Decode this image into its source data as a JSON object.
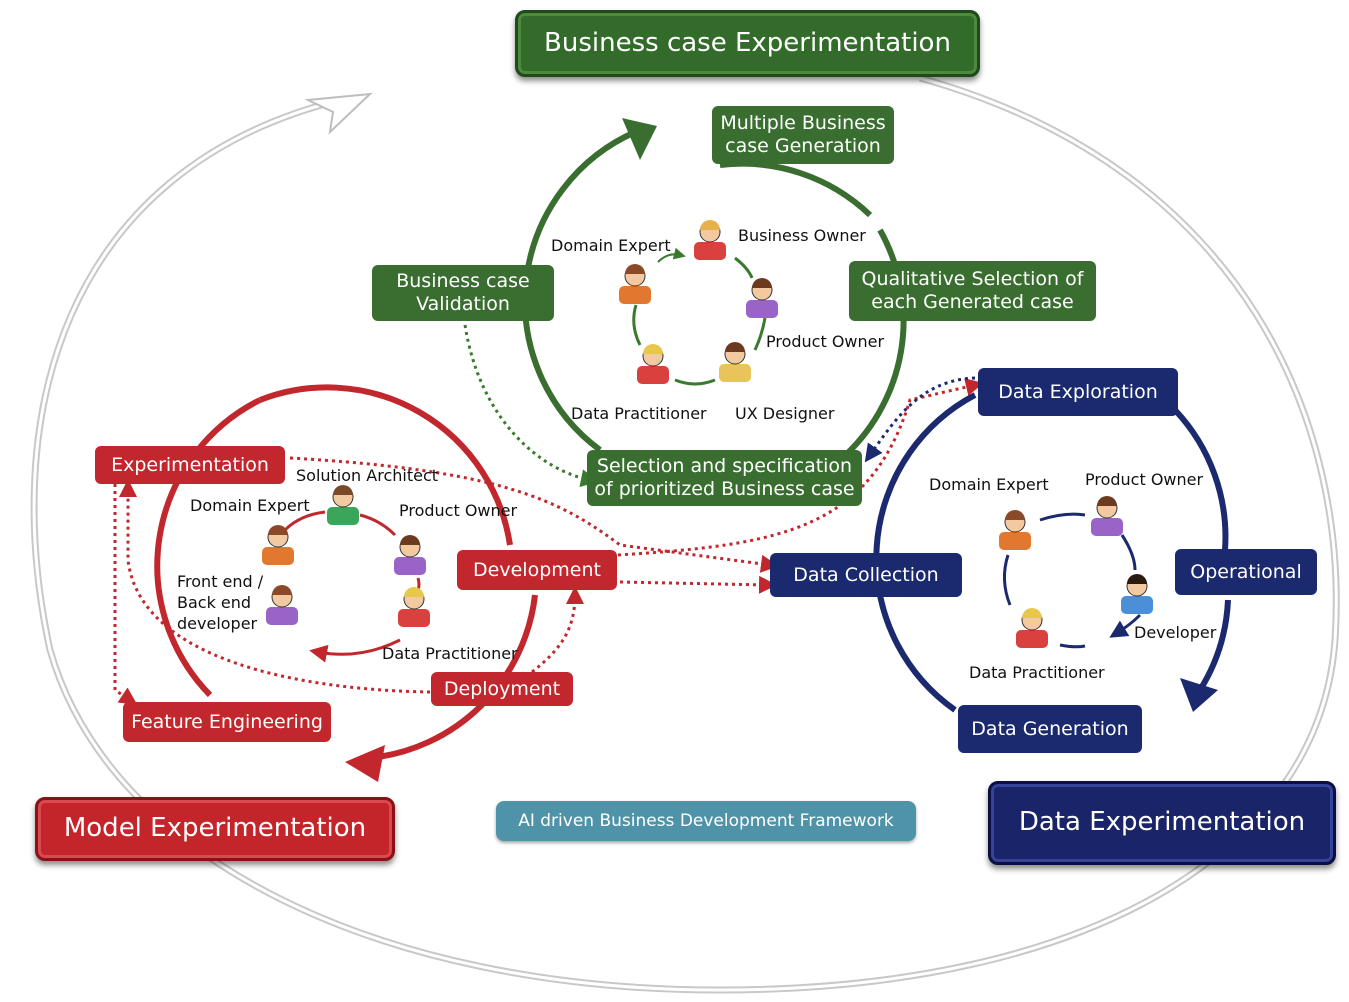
{
  "stages": {
    "business": {
      "title": "Business case Experimentation",
      "steps": {
        "generation": [
          "Multiple Business",
          "case Generation"
        ],
        "qualitative": [
          "Qualitative Selection of",
          "each Generated case"
        ],
        "validation": [
          "Business case",
          "Validation"
        ],
        "selection": [
          "Selection and specification",
          "of prioritized Business case"
        ]
      },
      "roles": {
        "domain_expert": "Domain Expert",
        "business_owner": "Business Owner",
        "product_owner": "Product Owner",
        "data_practitioner": "Data Practitioner",
        "ux_designer": "UX Designer"
      },
      "color": "#3a6e30"
    },
    "model": {
      "title": "Model Experimentation",
      "steps": {
        "experimentation": "Experimentation",
        "development": "Development",
        "deployment": "Deployment",
        "feature_engineering": "Feature Engineering"
      },
      "roles": {
        "solution_architect": "Solution Architect",
        "domain_expert": "Domain Expert",
        "product_owner": "Product Owner",
        "frontend": [
          "Front end /",
          "Back end",
          "developer"
        ],
        "data_practitioner": "Data Practitioner"
      },
      "color": "#c1272d"
    },
    "data": {
      "title": "Data Experimentation",
      "steps": {
        "exploration": "Data Exploration",
        "collection": "Data Collection",
        "operational": "Operational",
        "generation": "Data Generation"
      },
      "roles": {
        "domain_expert": "Domain Expert",
        "product_owner": "Product Owner",
        "developer": "Developer",
        "data_practitioner": "Data Practitioner"
      },
      "color": "#1b2a6e"
    }
  },
  "framework_label": "AI driven Business Development Framework",
  "icons": [
    "person-icon"
  ]
}
